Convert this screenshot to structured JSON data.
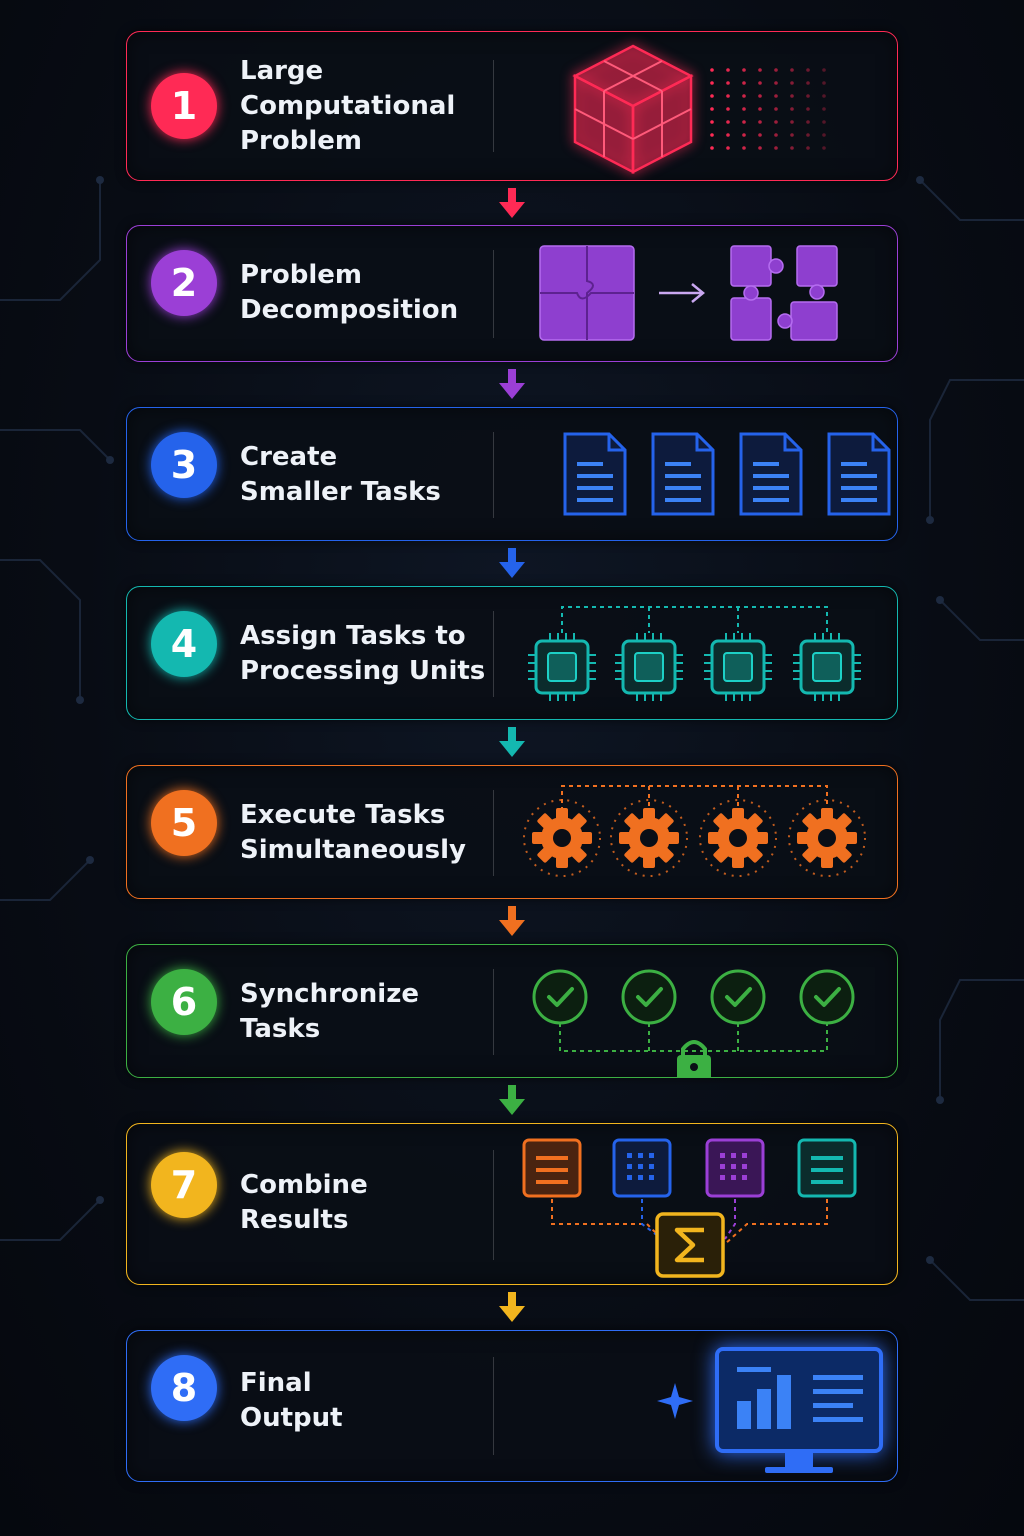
{
  "steps": [
    {
      "number": "1",
      "title": "Large\nComputational\nProblem",
      "color": "#ff2a55",
      "icon": "cube-grid-icon"
    },
    {
      "number": "2",
      "title": "Problem\nDecomposition",
      "color": "#9b3fd6",
      "icon": "puzzle-split-icon"
    },
    {
      "number": "3",
      "title": "Create\nSmaller Tasks",
      "color": "#2563eb",
      "icon": "document-icon"
    },
    {
      "number": "4",
      "title": "Assign Tasks to\nProcessing Units",
      "color": "#14b8b0",
      "icon": "cpu-chip-icon"
    },
    {
      "number": "5",
      "title": "Execute Tasks\nSimultaneously",
      "color": "#f07020",
      "icon": "gear-icon"
    },
    {
      "number": "6",
      "title": "Synchronize\nTasks",
      "color": "#3cb043",
      "icon": "check-lock-icon"
    },
    {
      "number": "7",
      "title": "Combine\nResults",
      "color": "#f2b51e",
      "icon": "sum-icon"
    },
    {
      "number": "8",
      "title": "Final\nOutput",
      "color": "#2f6df6",
      "icon": "monitor-chart-icon"
    }
  ]
}
